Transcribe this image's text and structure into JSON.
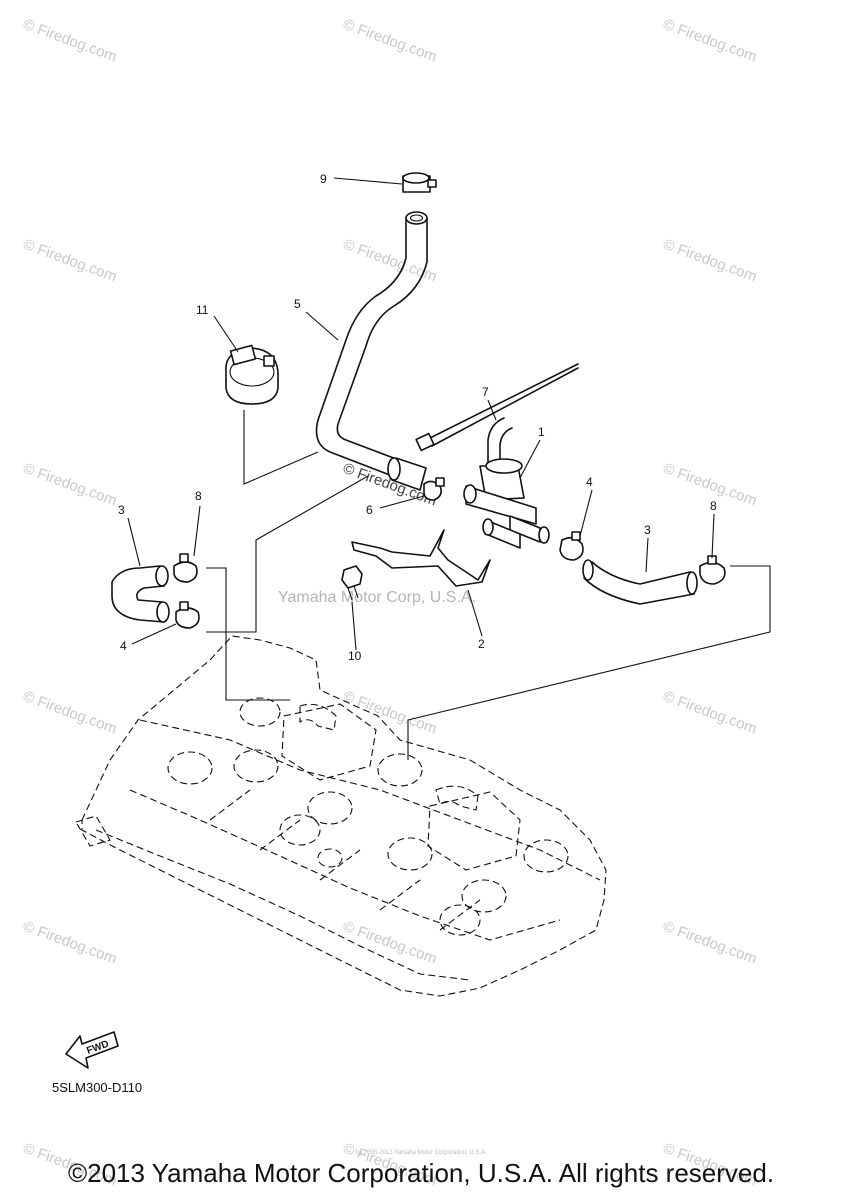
{
  "watermark": {
    "text": "© Firedog.com",
    "center_text": "Yamaha Motor Corp, U.S.A."
  },
  "callouts": {
    "c1": "1",
    "c2": "2",
    "c3a": "3",
    "c3b": "3",
    "c4a": "4",
    "c4b": "4",
    "c5": "5",
    "c6": "6",
    "c7": "7",
    "c8a": "8",
    "c8b": "8",
    "c9": "9",
    "c10": "10",
    "c11": "11"
  },
  "fwd_label": "FWD",
  "diagram_code": "5SLM300-D110",
  "tiny_credit": "(c) 2005-2013 Yamaha Motor Corporation, U.S.A.",
  "copyright": "©2013 Yamaha Motor Corporation, U.S.A. All rights reserved."
}
